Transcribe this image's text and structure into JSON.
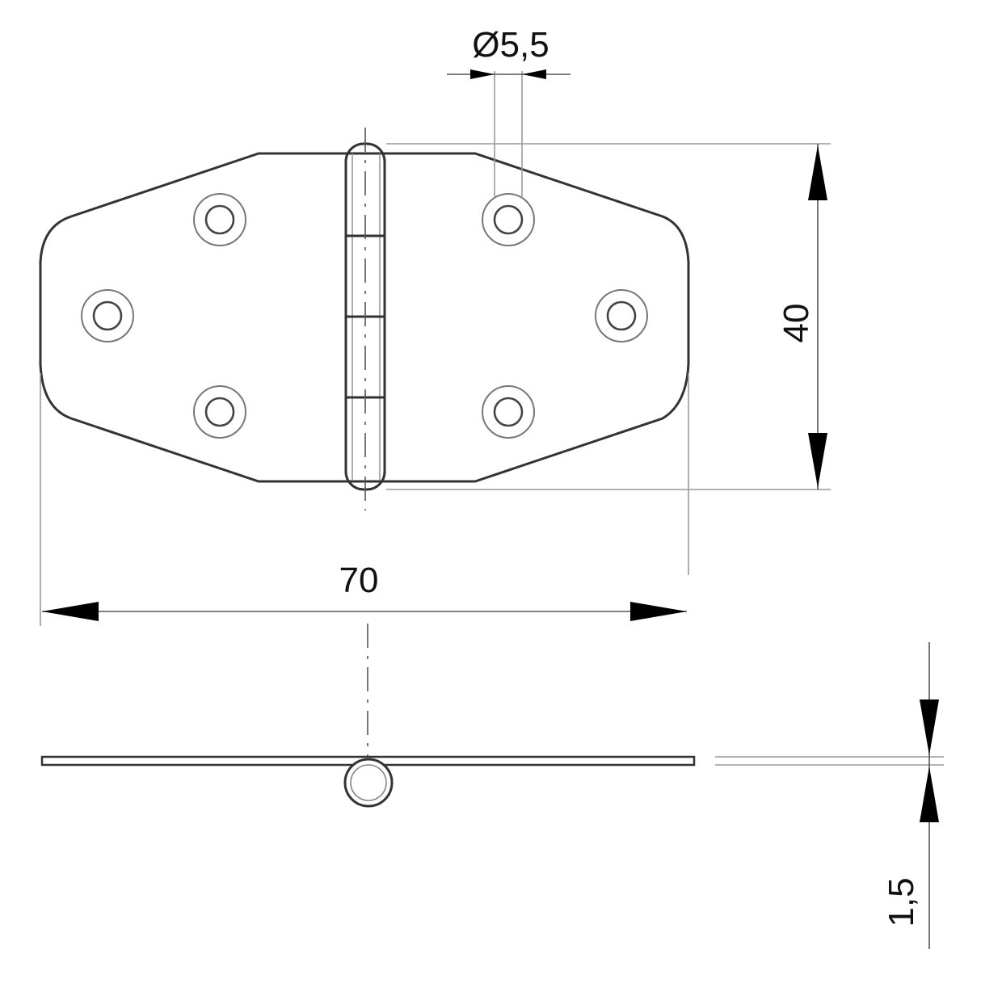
{
  "dimensions": {
    "hole_diameter": "Ø5,5",
    "height": "40",
    "width": "70",
    "thickness": "1,5"
  }
}
